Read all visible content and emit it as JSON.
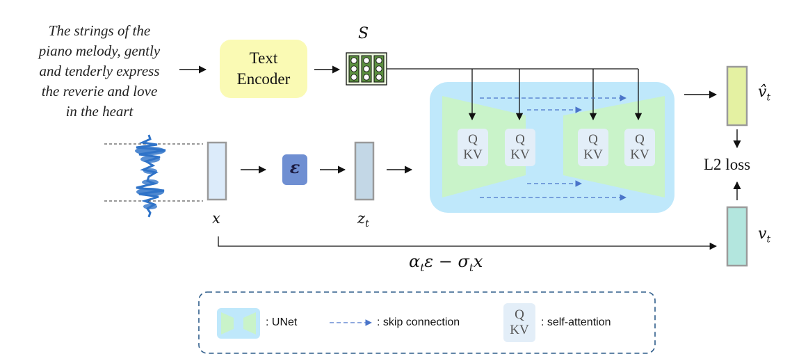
{
  "caption_lines": [
    "The strings of the",
    "piano melody, gently",
    "and tenderly express",
    "the reverie and love",
    "in the heart"
  ],
  "text_encoder_label": "Text\nEncoder",
  "labels": {
    "s": "S",
    "x": "x",
    "z_sym": "z",
    "z_sub": "t",
    "epsilon": "ε",
    "vhat_sym": "v̂",
    "vhat_sub": "t",
    "v_sym": "v",
    "v_sub": "t",
    "l2_loss": "L2 loss"
  },
  "formula": {
    "alpha": "α",
    "alpha_sub": "t",
    "eps_minus": "ε − σ",
    "sigma_sub": "t",
    "x": "x"
  },
  "attention": {
    "q": "Q",
    "kv": "KV"
  },
  "legend": {
    "unet": ": UNet",
    "skip": ": skip connection",
    "self_attention": ": self-attention",
    "q": "Q",
    "kv": "KV"
  },
  "colors": {
    "unet_bg": "#bfe8fb",
    "unet_shape": "#c9f3c9",
    "encoder_bg": "#fafab4",
    "epsilon_box": "#6f8fd2",
    "vhat_box": "#e4f1a2",
    "v_box": "#b3e6de",
    "skip_arrow": "#4a74c9"
  }
}
